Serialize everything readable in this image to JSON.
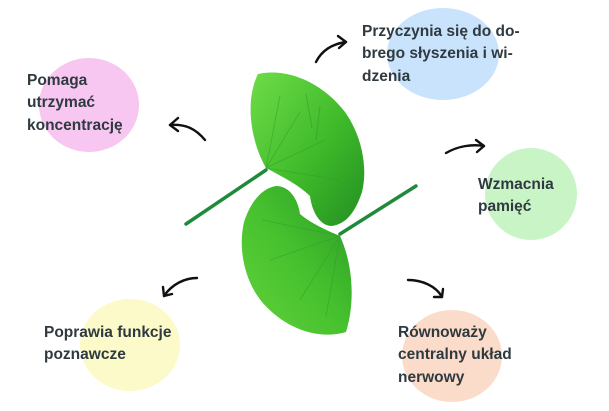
{
  "benefits": [
    {
      "label": "Pomaga\nutrzymać\nkoncentrację",
      "color": "#f7c6f1"
    },
    {
      "label": "Przyczynia się do do-\nbrego słyszenia i wi-\ndzenia",
      "color": "#c8e3fb"
    },
    {
      "label": "Wzmacnia\npamięć",
      "color": "#c9f4c6"
    },
    {
      "label": "Równoważy\ncentralny układ\nnerwowy",
      "color": "#fbdccb"
    },
    {
      "label": "Poprawia funkcje\npoznawcze",
      "color": "#fbfac8"
    }
  ],
  "leaf_colors": {
    "light": "#5fd13d",
    "mid": "#3cb528",
    "dark": "#1f8e21",
    "stem": "#1f8a3a"
  },
  "arrow_color": "#111111"
}
